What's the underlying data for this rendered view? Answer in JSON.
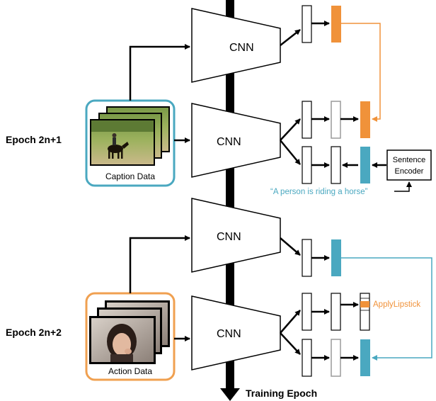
{
  "epochs": {
    "odd": "Epoch 2n+1",
    "even": "Epoch 2n+2"
  },
  "cnn_label": "CNN",
  "datasets": {
    "caption": {
      "label": "Caption Data",
      "frame_color": "#4aa8c0"
    },
    "action": {
      "label": "Action Data",
      "frame_color": "#f0a050"
    }
  },
  "sentence_encoder": {
    "line1": "Sentence",
    "line2": "Encoder"
  },
  "caption_quote": "“A person is riding a horse”",
  "action_label": "ApplyLipstick",
  "axis_label": "Training Epoch",
  "colors": {
    "orange": "#f0923a",
    "blue": "#4aa8c0",
    "black": "#000000",
    "gray_box_border": "#9a9a9a"
  }
}
